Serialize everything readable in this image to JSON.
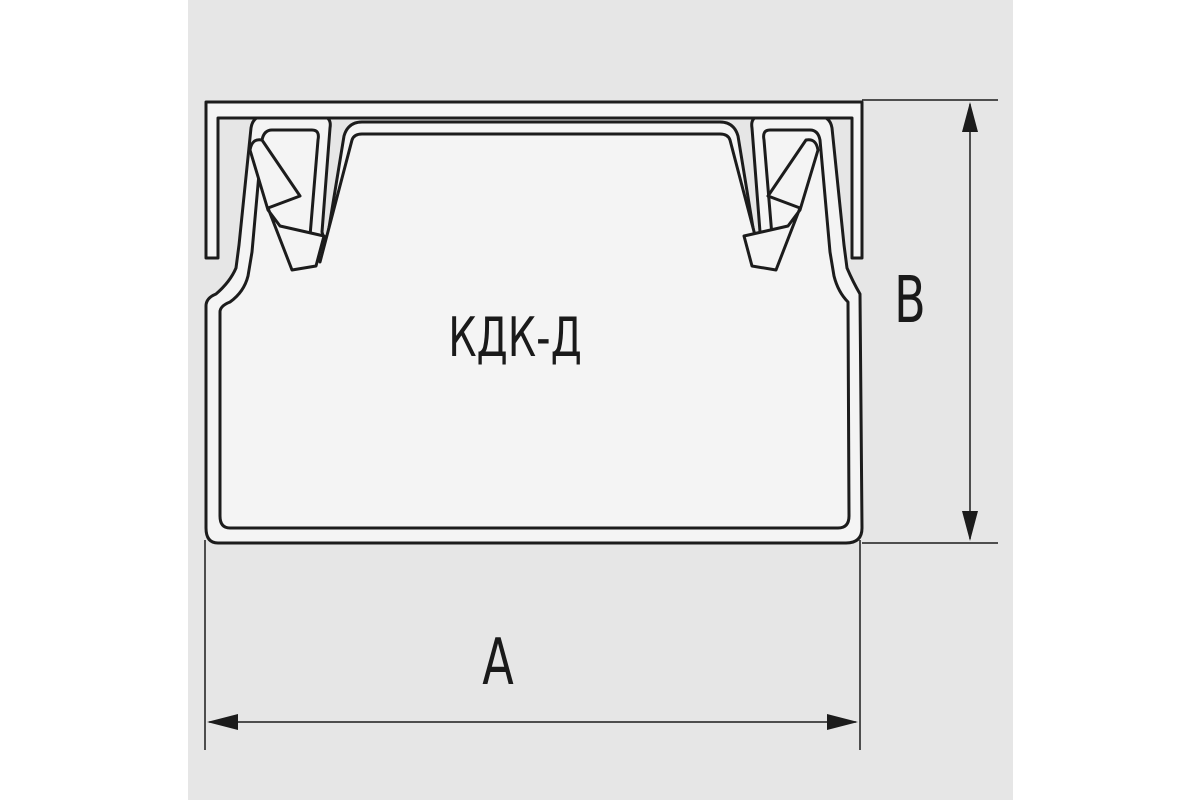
{
  "diagram": {
    "product_label": "КДК-Д",
    "dimension_width_label": "A",
    "dimension_height_label": "B",
    "colors": {
      "page_background": "#ffffff",
      "panel_background": "#e6e6e6",
      "profile_fill": "#f4f4f4",
      "stroke": "#1c1c1c"
    }
  }
}
